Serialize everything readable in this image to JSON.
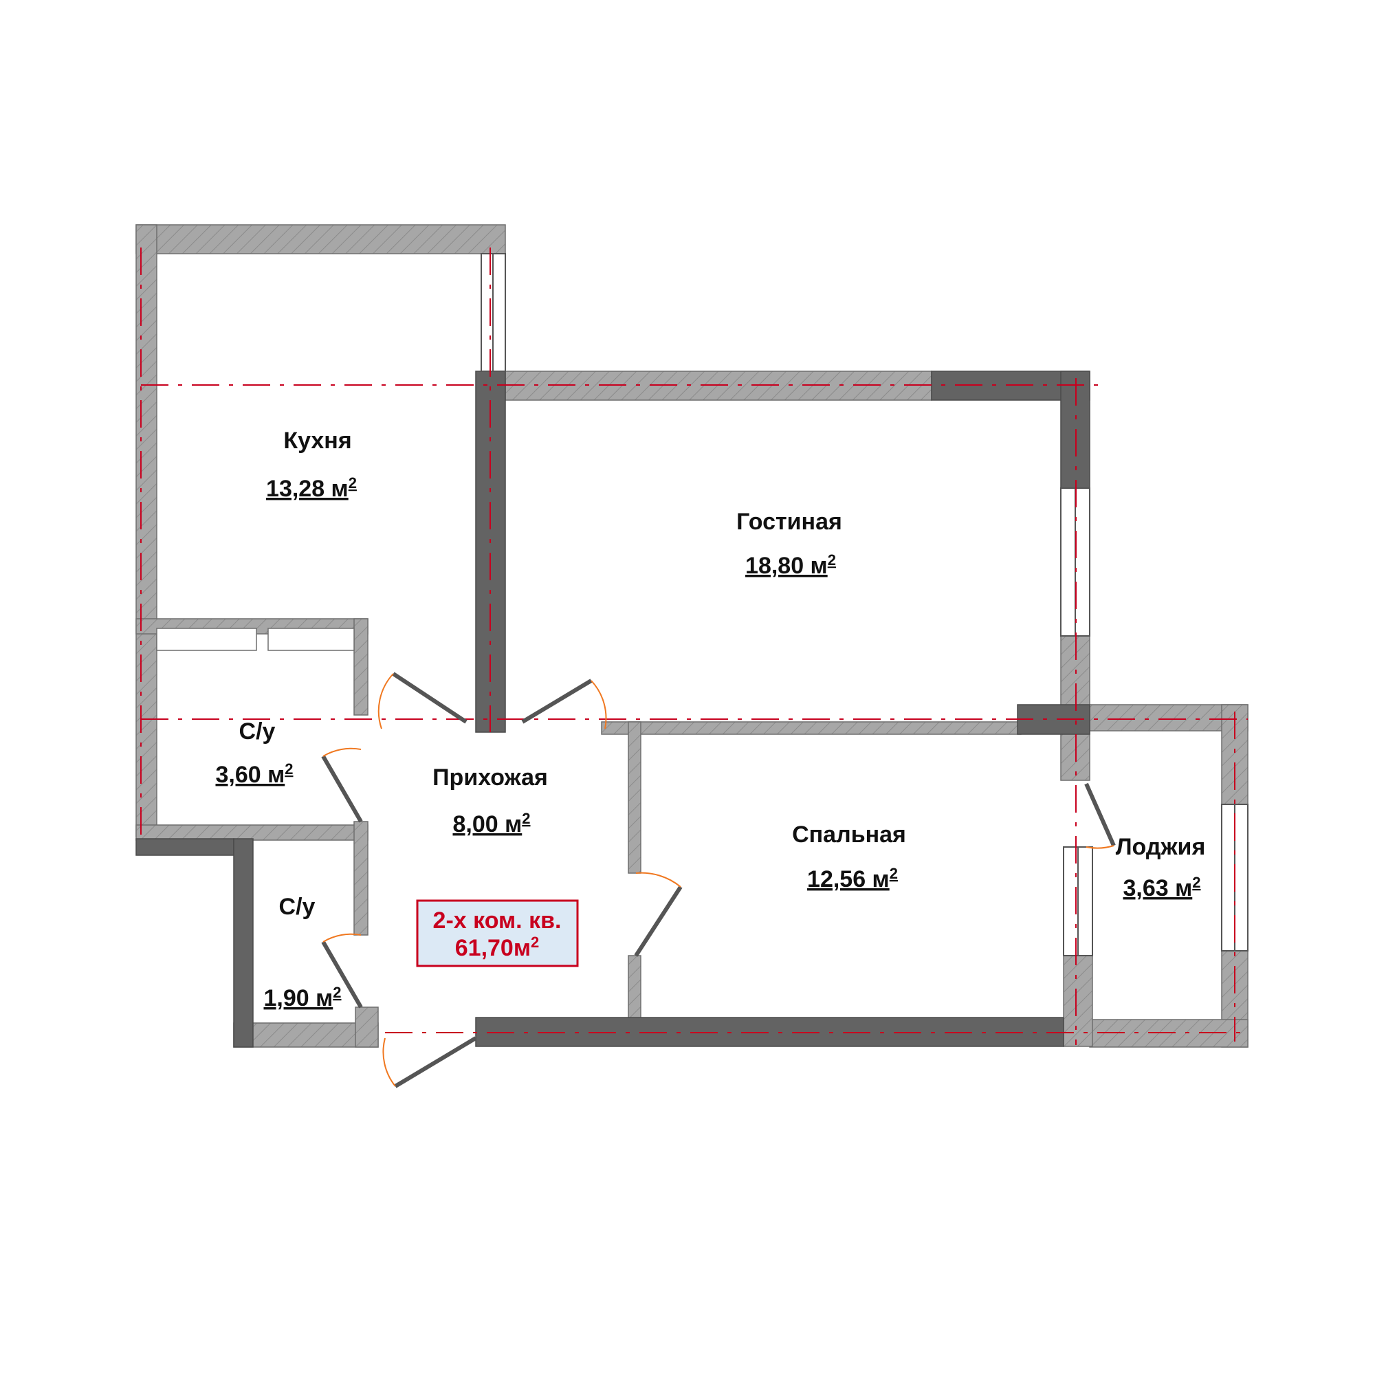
{
  "rooms": {
    "kitchen": {
      "name": "Кухня",
      "area": "13,28 м",
      "unit_sup": "2"
    },
    "living": {
      "name": "Гостиная",
      "area": "18,80 м",
      "unit_sup": "2"
    },
    "bath1": {
      "name": "С/у",
      "area": "3,60 м",
      "unit_sup": "2"
    },
    "bath2": {
      "name": "С/у",
      "area": "1,90 м",
      "unit_sup": "2"
    },
    "hall": {
      "name": "Прихожая",
      "area": "8,00 м",
      "unit_sup": "2"
    },
    "bedroom": {
      "name": "Спальная",
      "area": "12,56 м",
      "unit_sup": "2"
    },
    "loggia": {
      "name": "Лоджия",
      "area": "3,63 м",
      "unit_sup": "2"
    }
  },
  "badge": {
    "title": "2-х ком. кв.",
    "total": "61,70м",
    "unit_sup": "2"
  },
  "colors": {
    "wall_light": "#a7a7a7",
    "wall_dark": "#636363",
    "axis_line": "#c8001e",
    "door_arc": "#f07820",
    "window": "#dce9f5",
    "badge_border": "#c8001e",
    "badge_fill": "#dce9f5"
  }
}
